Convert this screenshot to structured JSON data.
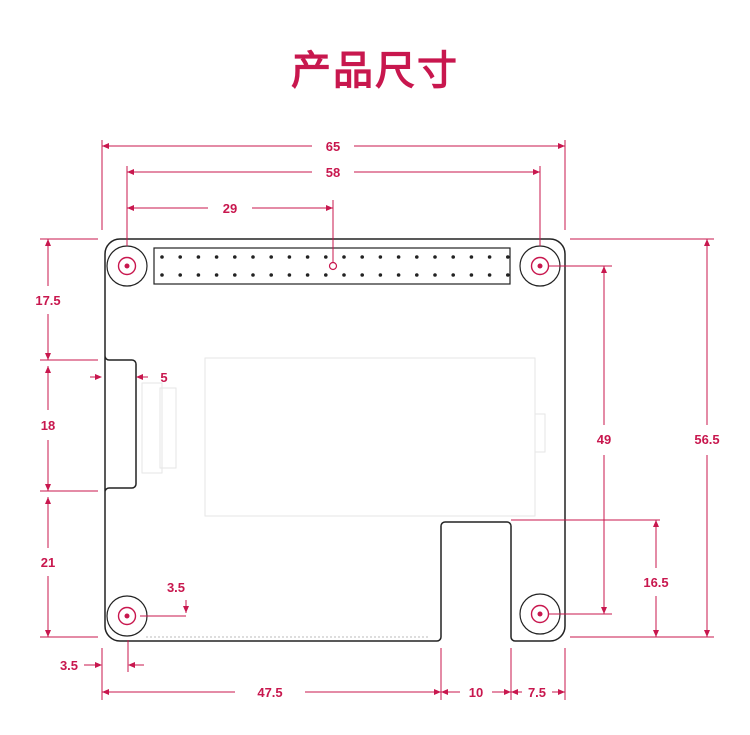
{
  "title": "产品尺寸",
  "colors": {
    "accent": "#c8174e",
    "board_outline": "#222222",
    "faint": "#e6e6e6"
  },
  "header_pins": {
    "rows": 2,
    "cols": 20
  },
  "dimensions": {
    "total_width": "65",
    "hole_spacing_x": "58",
    "header_center": "29",
    "left_top": "17.5",
    "notch_depth": "5",
    "notch_height": "18",
    "left_bottom": "21",
    "hole_offset_y": "3.5",
    "hole_offset_x": "3.5",
    "bottom_left": "47.5",
    "cutout_width": "10",
    "bottom_right": "7.5",
    "hole_spacing_y": "49",
    "total_height": "56.5",
    "cutout_height": "16.5"
  }
}
